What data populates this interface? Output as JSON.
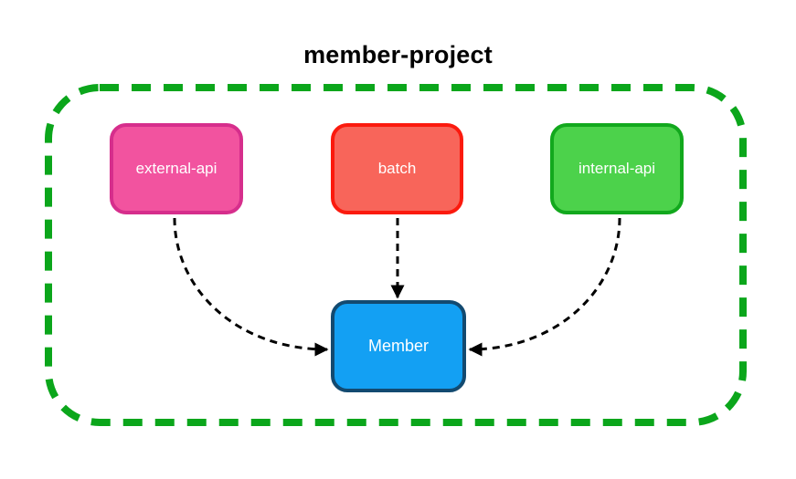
{
  "title": "member-project",
  "container": {
    "label": "member-project",
    "border_color": "#0ba61b",
    "border_style": "dashed",
    "background": "#ffffff"
  },
  "nodes": [
    {
      "id": "external-api",
      "label": "external-api",
      "fill": "#f2539f",
      "stroke": "#d62e8c",
      "text_color": "#ffffff"
    },
    {
      "id": "batch",
      "label": "batch",
      "fill": "#f8655a",
      "stroke": "#fb1a0e",
      "text_color": "#ffffff"
    },
    {
      "id": "internal-api",
      "label": "internal-api",
      "fill": "#4cd24b",
      "stroke": "#12a81d",
      "text_color": "#ffffff"
    },
    {
      "id": "member",
      "label": "Member",
      "fill": "#13a0f3",
      "stroke": "#134a70",
      "text_color": "#ffffff"
    }
  ],
  "edges": [
    {
      "from": "external-api",
      "to": "member",
      "style": "dashed-arrow",
      "color": "#000000"
    },
    {
      "from": "batch",
      "to": "member",
      "style": "dashed-arrow",
      "color": "#000000"
    },
    {
      "from": "internal-api",
      "to": "member",
      "style": "dashed-arrow",
      "color": "#000000"
    }
  ]
}
